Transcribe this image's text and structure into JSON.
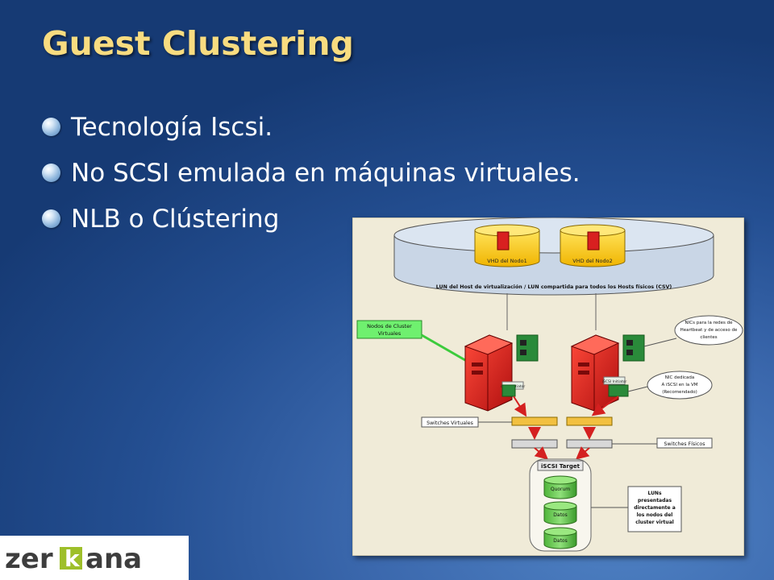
{
  "slide": {
    "title": "Guest Clustering",
    "bullets": [
      "Tecnología Iscsi.",
      "No SCSI emulada en máquinas virtuales.",
      "NLB o Clústering"
    ]
  },
  "logo": {
    "text_left": "zer",
    "text_k": "k",
    "text_right": "ana",
    "color": "#3d3d3d",
    "accent": "#9ebf2a"
  },
  "diagram": {
    "vhd1": "VHD del Nodo1",
    "vhd2": "VHD del Nodo2",
    "lun_label": "LUN del Host de virtualización / LUN compartida para todos los Hosts físicos (CSV)",
    "nodos_line1": "Nodos de Cluster",
    "nodos_line2": "Virtuales",
    "nics_line1": "NICs para la redes de",
    "nics_line2": "Heartbeat y de acceso de",
    "nics_line3": "clientes",
    "nic_dedicada_line1": "NIC dedicada",
    "nic_dedicada_line2": "A iSCSI en la VM",
    "nic_dedicada_line3": "(Recomendado)",
    "iscsi_initiator": "iSCSI Initiator",
    "switches_virtuales": "Switches Virtuales",
    "switches_fisicos": "Switches Físicos",
    "iscsi_target": "iSCSI Target",
    "disk_quorum": "Quorum",
    "disk_datos1": "Datos",
    "disk_datos2": "Datos",
    "luns_line1": "LUNs",
    "luns_line2": "presentadas",
    "luns_line3": "directamente a",
    "luns_line4": "los nodos del",
    "luns_line5": "cluster virtual"
  }
}
